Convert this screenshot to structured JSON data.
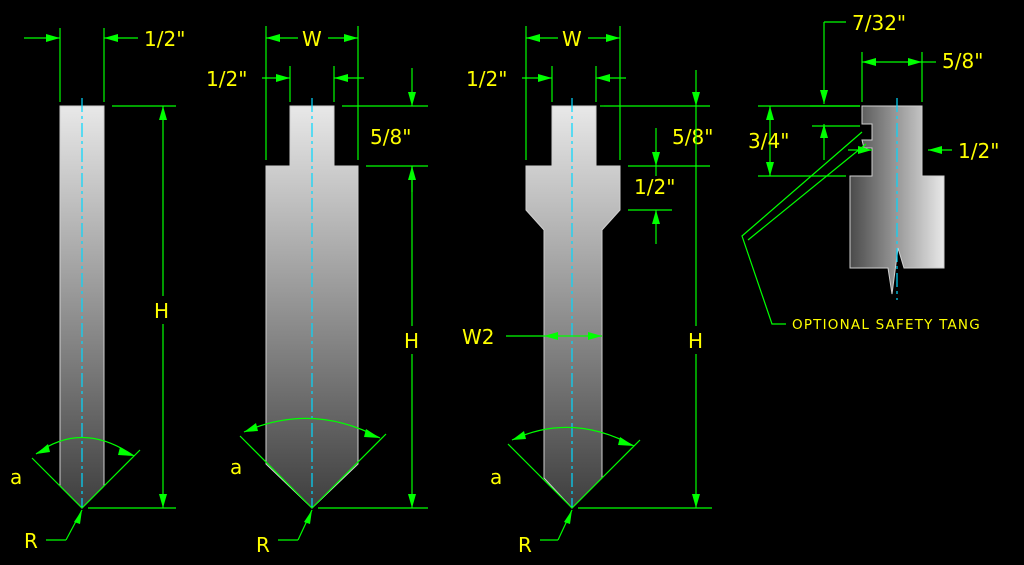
{
  "colors": {
    "background": "#000000",
    "dimension_lines": "#00ff00",
    "labels": "#ffff00",
    "center_lines": "#00d8ff",
    "tool_fill_light": "#e6e6e6",
    "tool_fill_dark": "#3a3a3a"
  },
  "tools": {
    "straight": {
      "tang_width": "1/2\"",
      "height": "H",
      "angle": "a",
      "radius": "R"
    },
    "stepped": {
      "width": "W",
      "tang_width": "1/2\"",
      "tang_height": "5/8\"",
      "height": "H",
      "angle": "a",
      "radius": "R"
    },
    "necked": {
      "width": "W",
      "tang_width": "1/2\"",
      "tang_height": "5/8\"",
      "shoulder": "1/2\"",
      "neck_width": "W2",
      "height": "H",
      "angle": "a",
      "radius": "R"
    },
    "safety_tang": {
      "offset": "7/32\"",
      "tang_width": "5/8\"",
      "tang_height": "3/4\"",
      "lower_tang": "1/2\"",
      "note": "OPTIONAL SAFETY TANG"
    }
  }
}
